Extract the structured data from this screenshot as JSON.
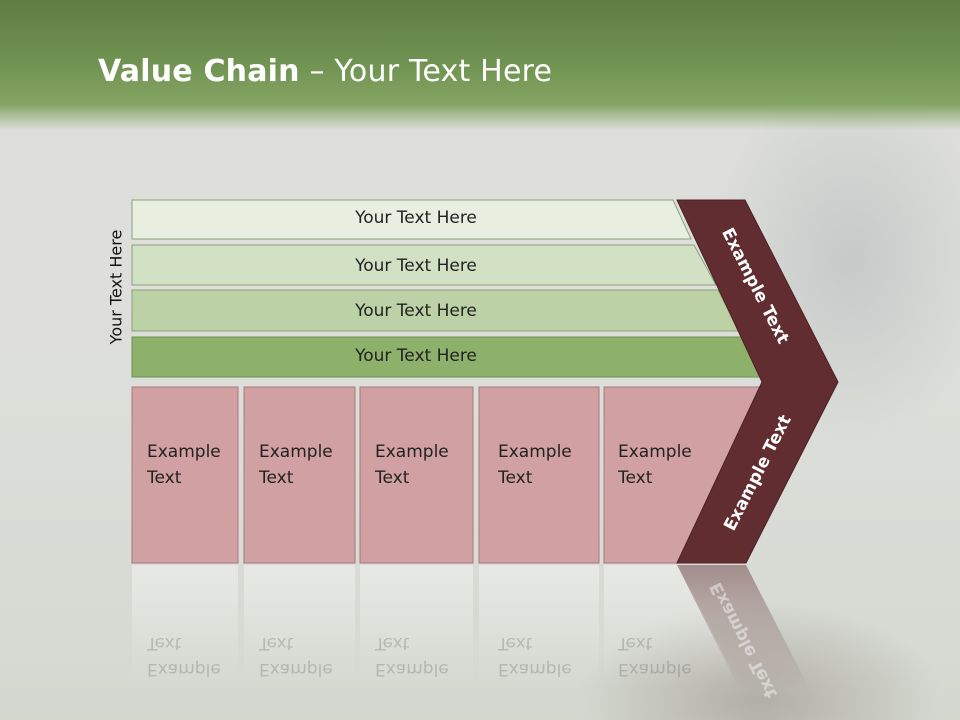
{
  "slide": {
    "title_bold": "Value Chain",
    "title_rest": " – Your Text Here",
    "side_label": "Your Text Here"
  },
  "rows": [
    {
      "label": "Your Text Here",
      "color": "#e8efe0"
    },
    {
      "label": "Your Text Here",
      "color": "#d2e0c3"
    },
    {
      "label": "Your Text Here",
      "color": "#bcd1a5"
    },
    {
      "label": "Your Text Here",
      "color": "#8db06a"
    }
  ],
  "cells": [
    {
      "label": "Example\nText",
      "color": "#d1a0a2"
    },
    {
      "label": "Example\nText",
      "color": "#d1a0a2"
    },
    {
      "label": "Example\nText",
      "color": "#d1a0a2"
    },
    {
      "label": "Example\nText",
      "color": "#d1a0a2"
    },
    {
      "label": "Example\nText",
      "color": "#d1a0a2"
    }
  ],
  "chevron": {
    "upper_label": "Example Text",
    "lower_label": "Example Text",
    "color": "#612d31"
  }
}
